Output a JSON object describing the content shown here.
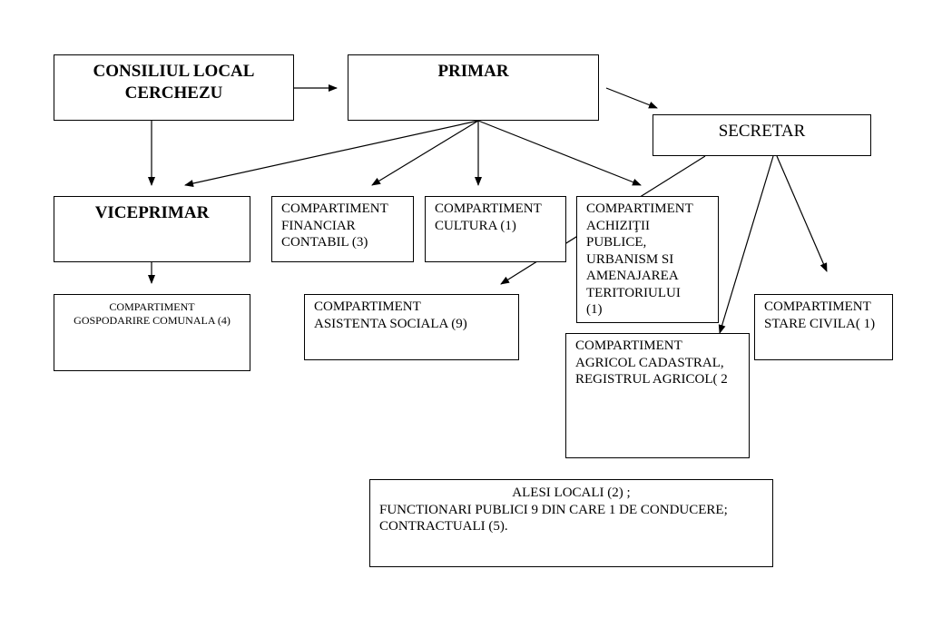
{
  "diagram": {
    "nodes": {
      "consiliul": {
        "lines": [
          "CONSILIUL  LOCAL",
          "CERCHEZU"
        ]
      },
      "primar": {
        "lines": [
          "PRIMAR"
        ]
      },
      "secretar": {
        "lines": [
          "SECRETAR"
        ]
      },
      "viceprimar": {
        "lines": [
          "VICEPRIMAR"
        ]
      },
      "financiar": {
        "lines": [
          "COMPARTIMENT",
          "FINANCIAR",
          "CONTABIL (3)"
        ]
      },
      "cultura": {
        "lines": [
          "COMPARTIMENT",
          "CULTURA (1)"
        ]
      },
      "achizitii": {
        "lines": [
          "COMPARTIMENT",
          "ACHIZIŢII",
          "PUBLICE,",
          "URBANISM SI",
          "AMENAJAREA",
          "TERITORIULUI",
          "(1)"
        ]
      },
      "gospodarire": {
        "lines": [
          "COMPARTIMENT",
          "GOSPODARIRE  COMUNALA  (4)"
        ]
      },
      "asistenta": {
        "lines": [
          "COMPARTIMENT",
          "ASISTENTA SOCIALA (9)"
        ]
      },
      "agricol": {
        "lines": [
          "COMPARTIMENT",
          "AGRICOL CADASTRAL,",
          "REGISTRUL AGRICOL( 2"
        ]
      },
      "stare_civila": {
        "lines": [
          "COMPARTIMENT",
          "STARE CIVILA( 1)"
        ]
      },
      "summary": {
        "lines": [
          "ALESI LOCALI (2) ;",
          "FUNCTIONARI PUBLICI 9 DIN CARE 1 DE CONDUCERE;",
          "CONTRACTUALI (5)."
        ]
      }
    },
    "edges": [
      {
        "from": "consiliul",
        "to": "primar"
      },
      {
        "from": "consiliul",
        "to": "viceprimar"
      },
      {
        "from": "primar",
        "to": "secretar"
      },
      {
        "from": "primar",
        "to": "viceprimar"
      },
      {
        "from": "primar",
        "to": "financiar"
      },
      {
        "from": "primar",
        "to": "cultura"
      },
      {
        "from": "primar",
        "to": "achizitii"
      },
      {
        "from": "viceprimar",
        "to": "gospodarire"
      },
      {
        "from": "secretar",
        "to": "asistenta"
      },
      {
        "from": "secretar",
        "to": "agricol"
      },
      {
        "from": "secretar",
        "to": "stare_civila"
      }
    ]
  }
}
